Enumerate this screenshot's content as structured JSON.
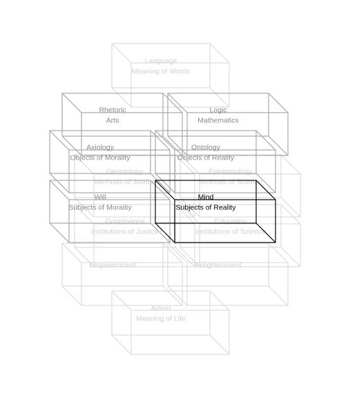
{
  "colors": {
    "background": "#ffffff",
    "faint": "#dcdcdc",
    "medium": "#a8a8a8",
    "strong": "#000000",
    "faint_text": "#cfcfcf",
    "medium_text": "#8a8a8a",
    "strong_text": "#000000"
  },
  "boxes": [
    {
      "id": "language",
      "lines": [
        "Language",
        "Meaning of Words"
      ],
      "emphasis": "faint"
    },
    {
      "id": "rhetoric",
      "lines": [
        "Rhetoric",
        "Arts"
      ],
      "emphasis": "medium"
    },
    {
      "id": "logic",
      "lines": [
        "Logic",
        "Mathematics"
      ],
      "emphasis": "medium"
    },
    {
      "id": "deontology",
      "lines": [
        "Deontology",
        "Methods of Justice"
      ],
      "emphasis": "faint"
    },
    {
      "id": "epistemology",
      "lines": [
        "Epistemology",
        "Methods of Science"
      ],
      "emphasis": "faint"
    },
    {
      "id": "axiology",
      "lines": [
        "Axiology",
        "Objects of Morality"
      ],
      "emphasis": "medium"
    },
    {
      "id": "ontology",
      "lines": [
        "Ontology",
        "Objects of Reality"
      ],
      "emphasis": "medium"
    },
    {
      "id": "governance",
      "lines": [
        "Governance",
        "Institutions of Justice"
      ],
      "emphasis": "faint"
    },
    {
      "id": "education",
      "lines": [
        "Education",
        "Institutions of Science"
      ],
      "emphasis": "faint"
    },
    {
      "id": "will",
      "lines": [
        "Will",
        "Subjects of Morality"
      ],
      "emphasis": "medium"
    },
    {
      "id": "mind",
      "lines": [
        "Mind",
        "Subjects of Reality"
      ],
      "emphasis": "strong"
    },
    {
      "id": "empowerment",
      "lines": [
        "Empowerment"
      ],
      "emphasis": "faint"
    },
    {
      "id": "enlightenment",
      "lines": [
        "Enlightenment"
      ],
      "emphasis": "faint"
    },
    {
      "id": "action",
      "lines": [
        "Action",
        "Meaning of Life"
      ],
      "emphasis": "faint"
    }
  ]
}
